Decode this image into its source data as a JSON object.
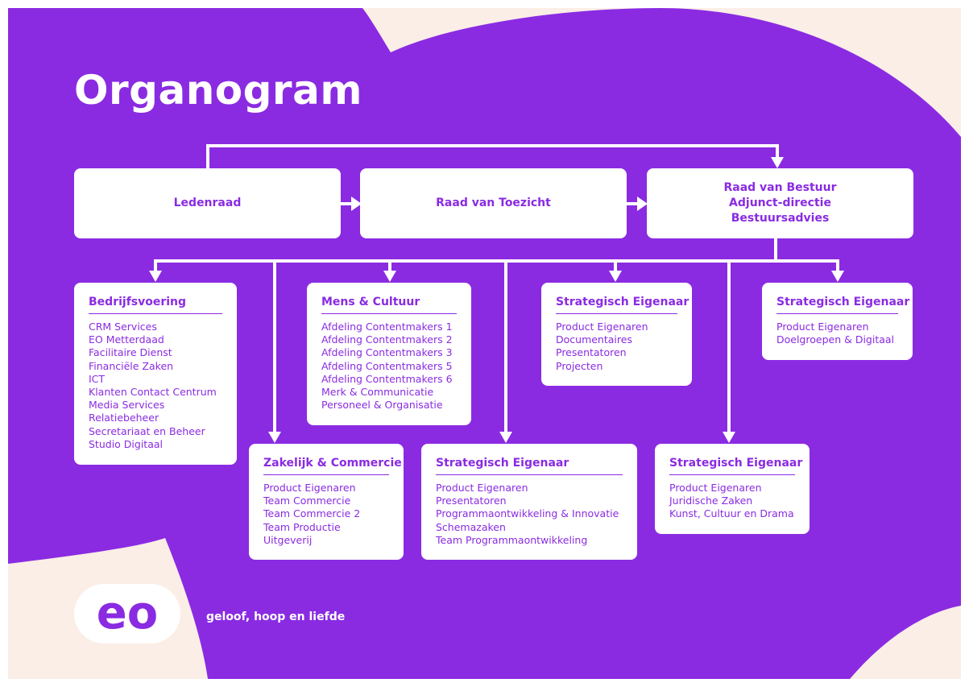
{
  "title": "Organogram",
  "colors": {
    "purple": "#8a2be2",
    "cream": "#fbeee6",
    "white": "#ffffff"
  },
  "top": {
    "ledenraad": [
      "Ledenraad"
    ],
    "toezicht": [
      "Raad van Toezicht"
    ],
    "bestuur": [
      "Raad van Bestuur",
      "Adjunct-directie",
      "Bestuursadvies"
    ]
  },
  "departments": [
    {
      "title": "Bedrijfsvoering",
      "items": [
        "CRM Services",
        "EO Metterdaad",
        "Facilitaire Dienst",
        "Financiële Zaken",
        "ICT",
        "Klanten Contact Centrum",
        "Media Services",
        "Relatiebeheer",
        "Secretariaat en Beheer",
        "Studio Digitaal"
      ]
    },
    {
      "title": "Zakelijk & Commercie",
      "items": [
        "Product Eigenaren",
        "Team Commercie",
        "Team Commercie 2",
        "Team Productie",
        "Uitgeverij"
      ]
    },
    {
      "title": "Mens & Cultuur",
      "items": [
        "Afdeling Contentmakers 1",
        "Afdeling Contentmakers 2",
        "Afdeling Contentmakers 3",
        "Afdeling Contentmakers 5",
        "Afdeling Contentmakers 6",
        "Merk & Communicatie",
        "Personeel & Organisatie"
      ]
    },
    {
      "title": "Strategisch Eigenaar",
      "items": [
        "Product Eigenaren",
        "Presentatoren",
        "Programmaontwikkeling & Innovatie",
        "Schemazaken",
        "Team Programmaontwikkeling"
      ]
    },
    {
      "title": "Strategisch Eigenaar",
      "items": [
        "Product Eigenaren",
        "Documentaires",
        "Presentatoren",
        "Projecten"
      ]
    },
    {
      "title": "Strategisch Eigenaar",
      "items": [
        "Product Eigenaren",
        "Juridische Zaken",
        "Kunst, Cultuur en Drama"
      ]
    },
    {
      "title": "Strategisch Eigenaar",
      "items": [
        "Product Eigenaren",
        "Doelgroepen & Digitaal"
      ]
    }
  ],
  "logo": {
    "text": "eo",
    "tagline": "geloof, hoop en liefde"
  }
}
